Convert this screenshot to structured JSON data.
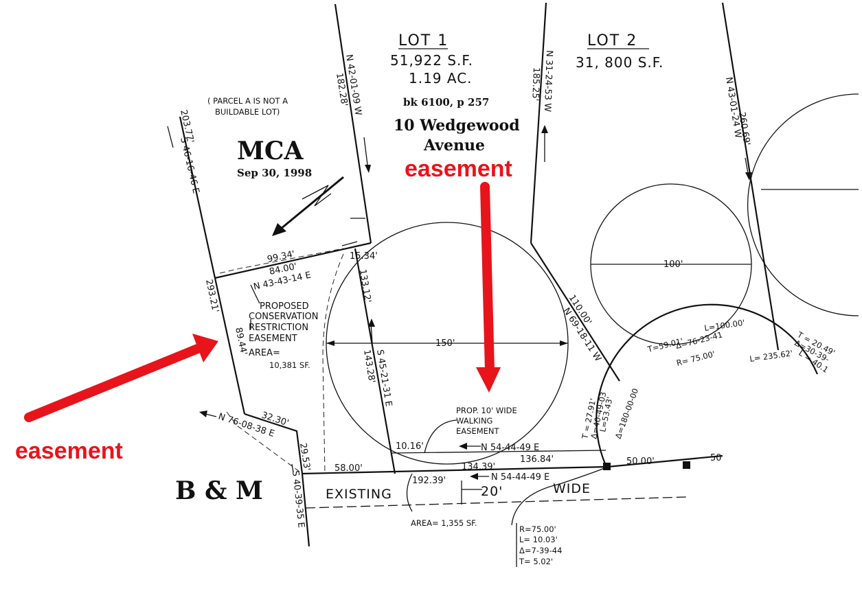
{
  "lots": {
    "lot1": {
      "title": "LOT 1",
      "area_sf": "51,922 S.F.",
      "area_ac": "1.19 AC."
    },
    "lot2": {
      "title": "LOT 2",
      "area_sf": "31, 800 S.F."
    }
  },
  "record": {
    "book_page": "bk 6100, p 257",
    "address_line1": "10 Wedgewood",
    "address_line2": "Avenue"
  },
  "parcel_a_note": {
    "line1": "( PARCEL A IS NOT A",
    "line2": "BUILDABLE LOT)"
  },
  "mca": {
    "title": "MCA",
    "date": "Sep 30, 1998"
  },
  "bm_label": "B & M",
  "annotations": {
    "easement_top": "easement",
    "easement_left": "easement",
    "arrow_color": "#e8141b"
  },
  "conservation_easement": {
    "line1": "PROPOSED",
    "line2": "CONSERVATION",
    "line3": "RESTRICTION",
    "line4": "EASEMENT",
    "line5": "AREA=",
    "line6": "10,381 SF."
  },
  "walking_easement": {
    "line1": "PROP. 10' WIDE",
    "line2": "WALKING",
    "line3": "EASEMENT"
  },
  "road": {
    "word1": "EXISTING",
    "width": "20'",
    "word2": "WIDE"
  },
  "area_small": "AREA= 1,355 SF.",
  "bearings": {
    "s46": "S  46-16-46 E",
    "d203": "203.77'",
    "n42": "N 42-01-09 W",
    "d182": "182.28'",
    "n31": "N  31-24-53 W",
    "d185": "185.25'",
    "n43": "N  43-01-24 W",
    "d260": "260.69'",
    "d9934": "99.34'",
    "d8400": "84.00'",
    "n43_43": "N 43-43-14 E",
    "d1534": "15.34'",
    "d13312": "133.12'",
    "d29321": "293.21'",
    "d8944": "89.44'",
    "s45": "S 45-21-31 E",
    "d14328": "143.28'",
    "d3230": "32.30'",
    "n76": "N 76-08-38 E",
    "d2953": "29.53'",
    "s40": "S  40-39-35 E",
    "d5800": "58.00'",
    "d1016": "10.16'",
    "n54a": "N  54-44-49 E",
    "d13684": "136.84'",
    "d13439": "134.39'",
    "d19239": "192.39'",
    "n54b": "N 54-44-49 E",
    "d11000": "110.00'",
    "n69": "N  69-18-11 W",
    "d5000": "50.00'",
    "d50": "50"
  },
  "curves": {
    "circle150": "150'",
    "circle100": "100'",
    "c1_t": "T = 27.91'",
    "c1_delta": "Δ=40-49-03",
    "c1_l": "L=53.43'",
    "c2_delta": "Δ=180-00-00",
    "c3_t": "T=59.01'",
    "c3_delta": "Δ=76-23-41",
    "c3_l": "L=100.00'",
    "c3_r": "R= 75.00'",
    "c4_t": "T = 20.49'",
    "c4_delta": "Δ=30-39-",
    "c4_l": "L = 40.1",
    "c4_l2": "L= 235.62'",
    "c5_r": "R=75.00'",
    "c5_l": "L= 10.03'",
    "c5_delta": "Δ=7-39-44",
    "c5_t": "T= 5.02'"
  }
}
